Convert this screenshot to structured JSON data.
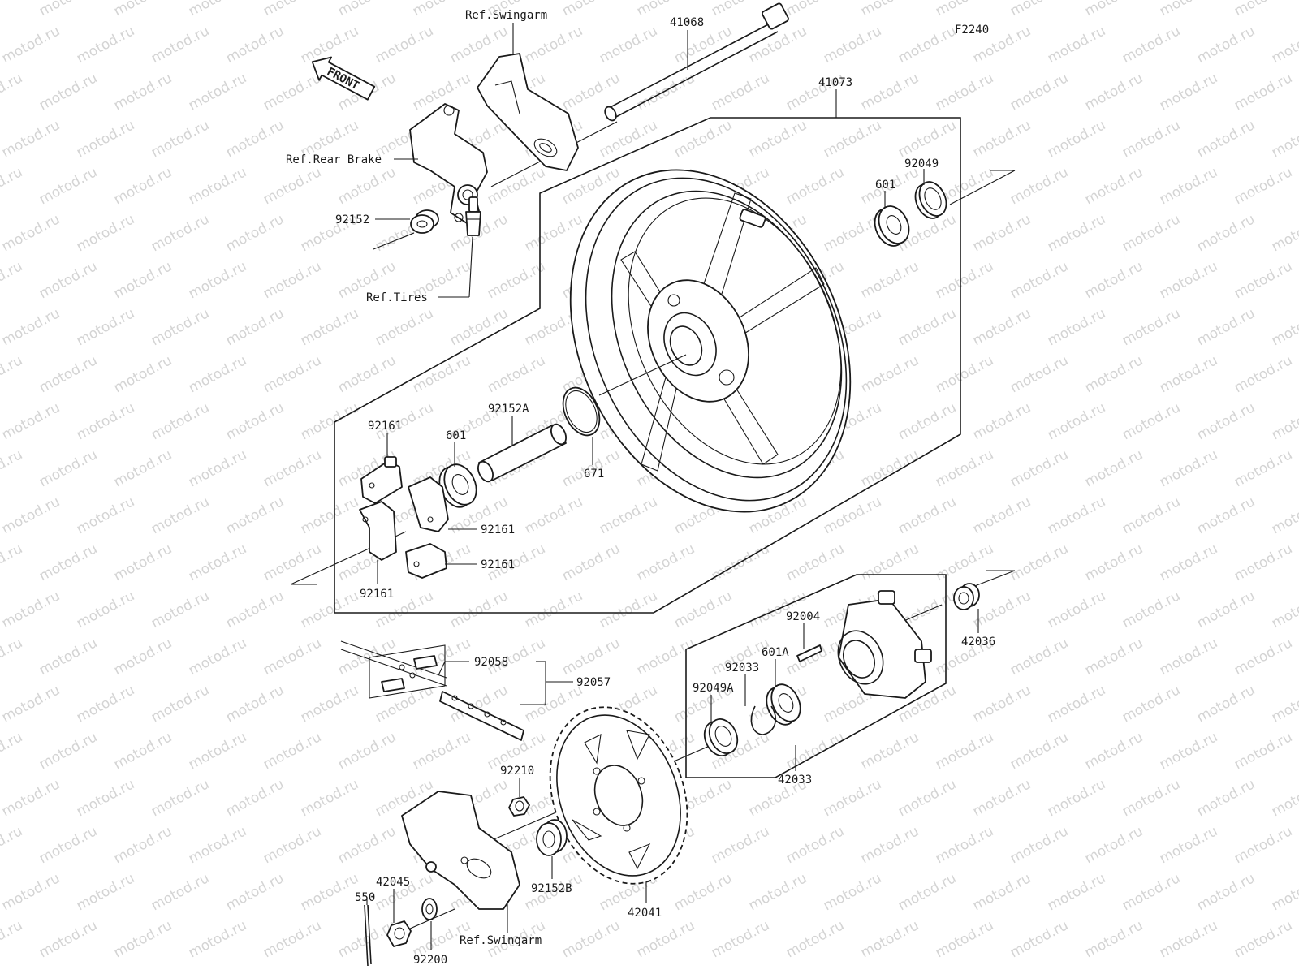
{
  "figure_code": "F2240",
  "watermark": "motod.ru",
  "front_label": "FRONT",
  "labels": {
    "ref_swingarm_top": "Ref.Swingarm",
    "n41068": "41068",
    "n41073": "41073",
    "ref_rear_brake": "Ref.Rear Brake",
    "n92152": "92152",
    "ref_tires": "Ref.Tires",
    "n601_top": "601",
    "n92049": "92049",
    "n92161_a": "92161",
    "n601_mid": "601",
    "n92152a": "92152A",
    "n671": "671",
    "n92161_b": "92161",
    "n92161_c": "92161",
    "n92161_d": "92161",
    "n92004": "92004",
    "n42036": "42036",
    "n601a": "601A",
    "n92033": "92033",
    "n92049a": "92049A",
    "n92058": "92058",
    "n92057": "92057",
    "n42033": "42033",
    "n92210": "92210",
    "n42045": "42045",
    "n550": "550",
    "n92152b": "92152B",
    "n42041": "42041",
    "ref_swingarm_bottom": "Ref.Swingarm",
    "n92200": "92200"
  }
}
